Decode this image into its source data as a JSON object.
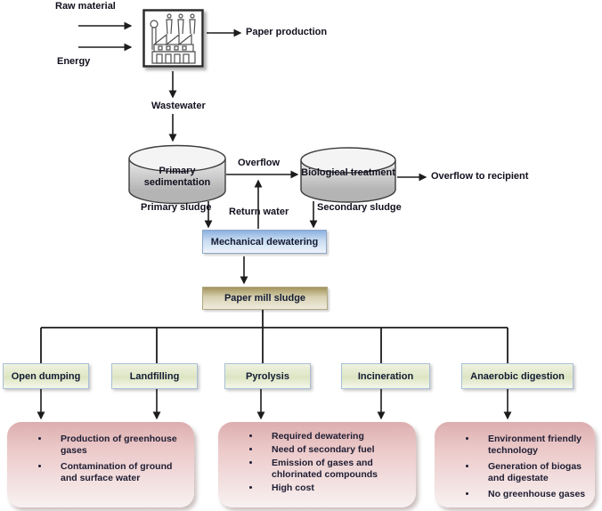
{
  "flow": {
    "raw_material": "Raw material",
    "energy": "Energy",
    "paper_production": "Paper production",
    "wastewater": "Wastewater",
    "primary_sedimentation": "Primary sedimentation",
    "biological_treatment": "Biological treatment",
    "overflow": "Overflow",
    "overflow_to_recipient": "Overflow to recipient",
    "primary_sludge": "Primary sludge",
    "secondary_sludge": "Secondary sludge",
    "return_water": "Return water",
    "mechanical_dewatering": "Mechanical dewatering",
    "paper_mill_sludge": "Paper mill sludge"
  },
  "options": [
    {
      "label": "Open dumping"
    },
    {
      "label": "Landfilling"
    },
    {
      "label": "Pyrolysis"
    },
    {
      "label": "Incineration"
    },
    {
      "label": "Anaerobic digestion"
    }
  ],
  "outcomes": [
    {
      "bullets": [
        "Production of greenhouse gases",
        "Contamination of ground and surface water"
      ]
    },
    {
      "bullets": [
        "Required dewatering",
        "Need of secondary fuel",
        "Emission of gases and chlorinated compounds",
        "High cost"
      ]
    },
    {
      "bullets": [
        "Environment friendly technology",
        "Generation of biogas and digestate",
        "No greenhouse gases"
      ]
    }
  ],
  "icons": {
    "factory": "factory-icon"
  },
  "colors": {
    "line": "#1c1c1c",
    "label_text": "#10101e",
    "dewatering_top": "#8bb0df",
    "dewatering_bottom": "#eef4fb",
    "sludge_top": "#a4945c",
    "sludge_bottom": "#efecdd",
    "option_top": "#eff2df",
    "option_mid": "#dde5c4",
    "option_bottom": "#f4f7ea",
    "option_border": "#a9c0d8",
    "outcome_top": "#dcaeae",
    "outcome_bottom": "#f8f1f1",
    "cylinder_light": "#ececec",
    "cylinder_dark": "#b4b4b4",
    "cylinder_top": "#f4f4f4",
    "cylinder_stroke": "#3d3d3d"
  }
}
